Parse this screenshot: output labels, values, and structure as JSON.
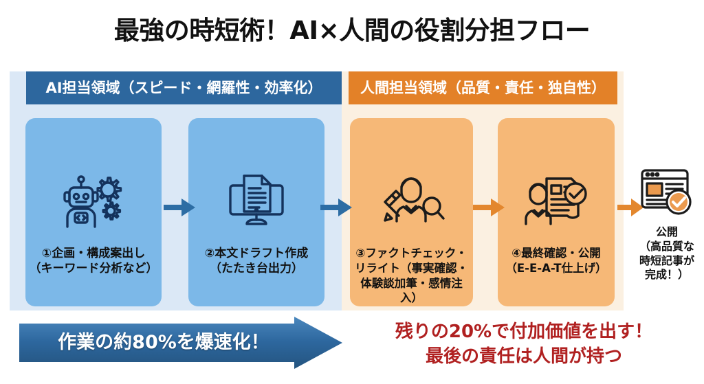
{
  "title": "最強の時短術！AI×人間の役割分担フロー",
  "zones": {
    "ai": {
      "header": "AI担当領域（スピード・網羅性・効率化）",
      "header_color": "#2d679e",
      "panel_color": "#dbe8f6",
      "card_color": "#7cb8e8"
    },
    "human": {
      "header": "人間担当領域（品質・責任・独自性）",
      "header_color": "#e38128",
      "panel_color": "#fbf0e1",
      "card_color": "#f6b877"
    }
  },
  "cards": [
    {
      "id": 1,
      "icon": "robot-gears-icon",
      "label": "①企画・構成案出し\n（キーワード分析など）"
    },
    {
      "id": 2,
      "icon": "monitor-document-icon",
      "label": "②本文ドラフト作成\n（たたき台出力）"
    },
    {
      "id": 3,
      "icon": "person-pencil-magnifier-icon",
      "label": "③ファクトチェック・\nリライト（事実確認・\n体験談加筆・感情注入）"
    },
    {
      "id": 4,
      "icon": "person-document-check-icon",
      "label": "④最終確認・公開\n（E-E-A-T仕上げ）"
    }
  ],
  "arrows": [
    {
      "id": 1,
      "color": "#2d6da4"
    },
    {
      "id": 2,
      "color": "#2d6da4"
    },
    {
      "id": 3,
      "color": "#e3872e"
    },
    {
      "id": 4,
      "color": "#e3872e"
    }
  ],
  "result": {
    "icon": "webpage-check-icon",
    "label": "公開\n（高品質な\n時短記事が\n完成！）"
  },
  "banner": {
    "ai_text": "作業の約80%を爆速化！",
    "ai_color": "#2d679e",
    "human_text": "残りの20%で付加価値を出す！\n最後の責任は人間が持つ",
    "human_color": "#b02020"
  }
}
